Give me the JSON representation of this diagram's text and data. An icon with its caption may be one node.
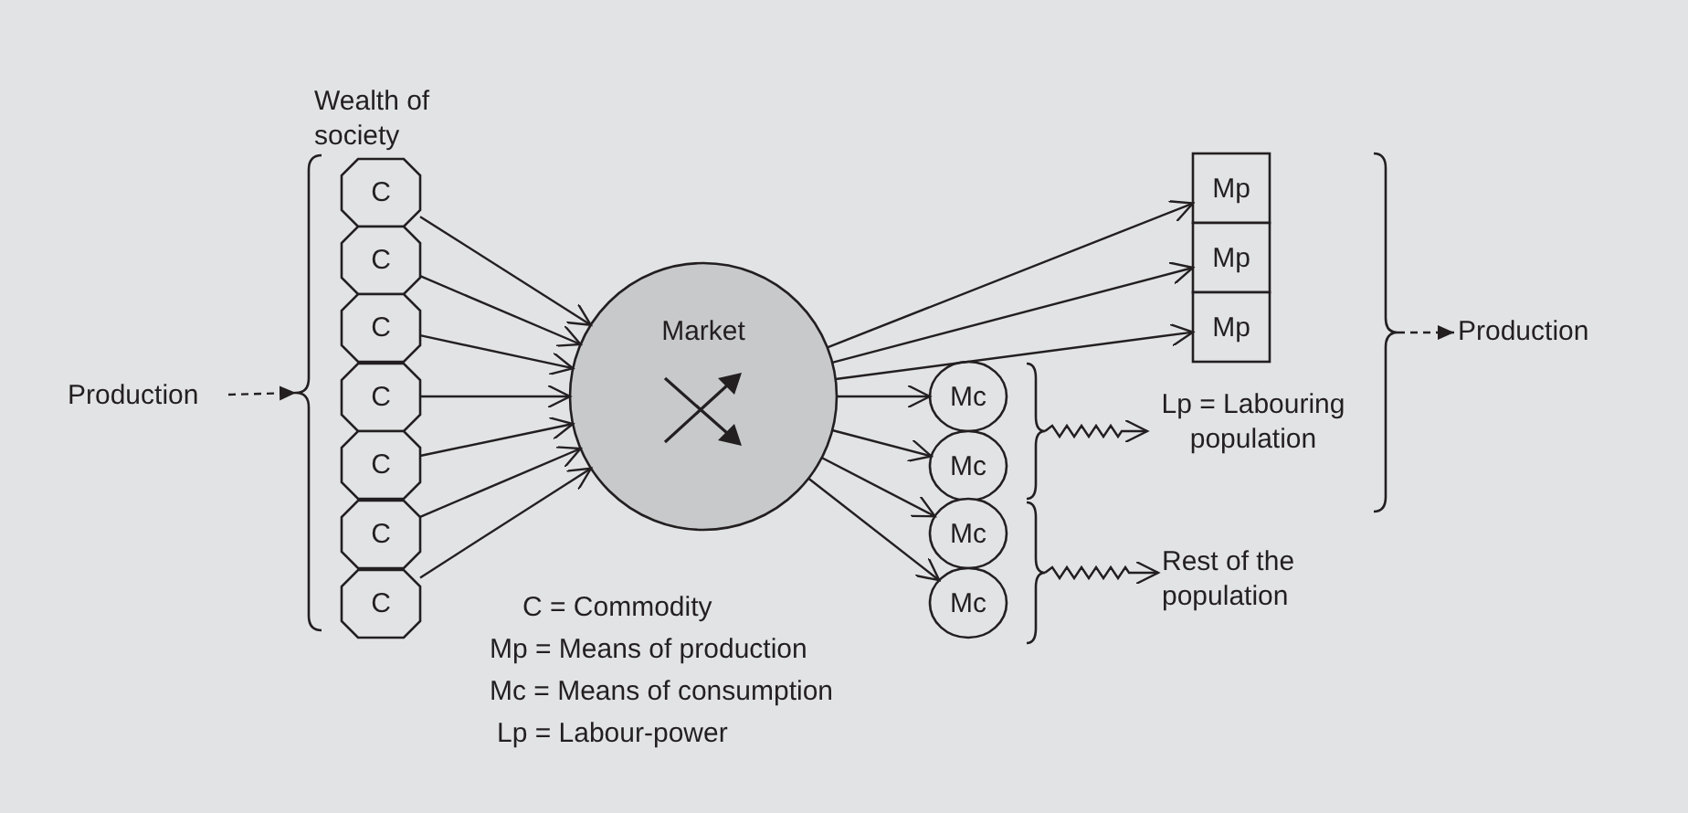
{
  "diagram": {
    "nodes": [
      {
        "text": [
          "Production"
        ]
      },
      {
        "text": [],
        "shape": "brace"
      },
      {
        "text": [
          "C"
        ]
      },
      {
        "text": [
          "C"
        ]
      },
      {
        "text": [
          "C"
        ]
      },
      {
        "text": [
          "C"
        ]
      },
      {
        "text": [
          "C"
        ]
      },
      {
        "text": [
          "C"
        ]
      },
      {
        "text": [
          "C"
        ]
      },
      {
        "text": [
          "Market"
        ]
      },
      {
        "text": [
          "Mp"
        ]
      },
      {
        "text": [
          "Mp"
        ]
      },
      {
        "text": [
          "Mp"
        ]
      },
      {
        "text": [
          "Mc"
        ]
      },
      {
        "text": [
          "Mc"
        ]
      },
      {
        "text": [
          "Mc"
        ]
      },
      {
        "text": [
          "Mc"
        ]
      },
      {
        "text": [],
        "shape": "brace"
      },
      {
        "text": [
          "Lp = Labouring population"
        ]
      },
      {
        "text": [],
        "shape": "brace"
      },
      {
        "text": [
          "Rest of the population"
        ]
      },
      {
        "text": [],
        "shape": "brace"
      },
      {
        "text": [
          "Production"
        ]
      }
    ],
    "edges": [
      {
        "from": 0,
        "to": 1,
        "arrow": "to",
        "style": "dashed"
      },
      {
        "from": 2,
        "to": 9,
        "arrow": "to"
      },
      {
        "from": 3,
        "to": 9,
        "arrow": "to"
      },
      {
        "from": 4,
        "to": 9,
        "arrow": "to"
      },
      {
        "from": 5,
        "to": 9,
        "arrow": "to"
      },
      {
        "from": 6,
        "to": 9,
        "arrow": "to"
      },
      {
        "from": 7,
        "to": 9,
        "arrow": "to"
      },
      {
        "from": 8,
        "to": 9,
        "arrow": "to"
      },
      {
        "from": 9,
        "to": 10,
        "arrow": "to"
      },
      {
        "from": 9,
        "to": 11,
        "arrow": "to"
      },
      {
        "from": 9,
        "to": 12,
        "arrow": "to"
      },
      {
        "from": 9,
        "to": 13,
        "arrow": "to"
      },
      {
        "from": 9,
        "to": 14,
        "arrow": "to"
      },
      {
        "from": 9,
        "to": 15,
        "arrow": "to"
      },
      {
        "from": 9,
        "to": 16,
        "arrow": "to"
      },
      {
        "from": 17,
        "to": 18,
        "arrow": "to"
      },
      {
        "from": 19,
        "to": 20,
        "arrow": "to"
      },
      {
        "from": 21,
        "to": 22,
        "arrow": "to",
        "style": "dashed"
      }
    ],
    "labels": [
      "Wealth of society",
      "C = Commodity",
      "Mp = Means of production",
      "Mc = Means of consumption",
      "Lp = Labour-power"
    ]
  }
}
